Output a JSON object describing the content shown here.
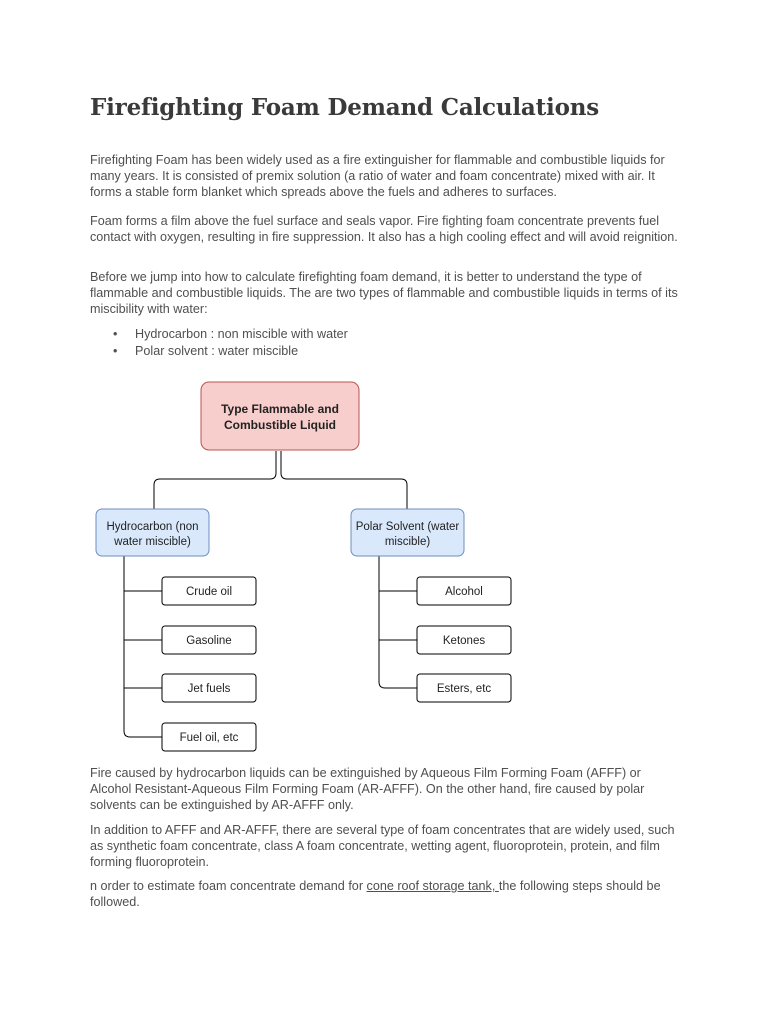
{
  "title": "Firefighting Foam Demand Calculations",
  "paragraphs": {
    "p1": "Firefighting Foam has been widely used as a fire extinguisher for flammable and combustible liquids for many years. It is consisted of premix solution (a ratio of water and foam concentrate) mixed with air. It forms a stable form blanket which spreads above the fuels and adheres to surfaces.",
    "p2": "Foam forms a film above the fuel surface and seals vapor. Fire fighting foam concentrate prevents fuel contact with oxygen, resulting in fire suppression. It also has a high cooling effect and will avoid reignition.",
    "p3": "Before we jump into how to calculate firefighting foam demand, it is better to understand the type of flammable and combustible liquids. The are two types of flammable and combustible liquids in terms of its miscibility with water:",
    "p4": "Fire caused by hydrocarbon liquids can be extinguished by Aqueous Film Forming Foam (AFFF) or Alcohol Resistant-Aqueous Film Forming Foam (AR-AFFF). On the other hand, fire caused by polar solvents can be extinguished by AR-AFFF only.",
    "p5": "In addition to AFFF and AR-AFFF, there are several type of foam concentrates that are widely used, such as synthetic foam concentrate, class A foam concentrate, wetting agent, fluoroprotein, protein, and film forming fluoroprotein.",
    "p6_before": "n order to estimate foam concentrate demand for ",
    "p6_link": "cone roof storage tank, ",
    "p6_after": "the following steps should be followed."
  },
  "bullets": {
    "marker": "•",
    "item1": "Hydrocarbon : non miscible with water",
    "item2": "Polar solvent : water miscible"
  },
  "diagram": {
    "root": {
      "line1": "Type Flammable and",
      "line2": "Combustible Liquid"
    },
    "left": {
      "line1": "Hydrocarbon (non",
      "line2": "water miscible)"
    },
    "right": {
      "line1": "Polar Solvent (water",
      "line2": "miscible)"
    },
    "left_items": [
      "Crude oil",
      "Gasoline",
      "Jet fuels",
      "Fuel oil, etc"
    ],
    "right_items": [
      "Alcohol",
      "Ketones",
      "Esters, etc"
    ],
    "colors": {
      "root_fill": "#f8cecc",
      "root_stroke": "#b85450",
      "branch_fill": "#dae8fc",
      "branch_stroke": "#6c8ebf",
      "leaf_stroke": "#000000",
      "connector": "#000000"
    }
  }
}
